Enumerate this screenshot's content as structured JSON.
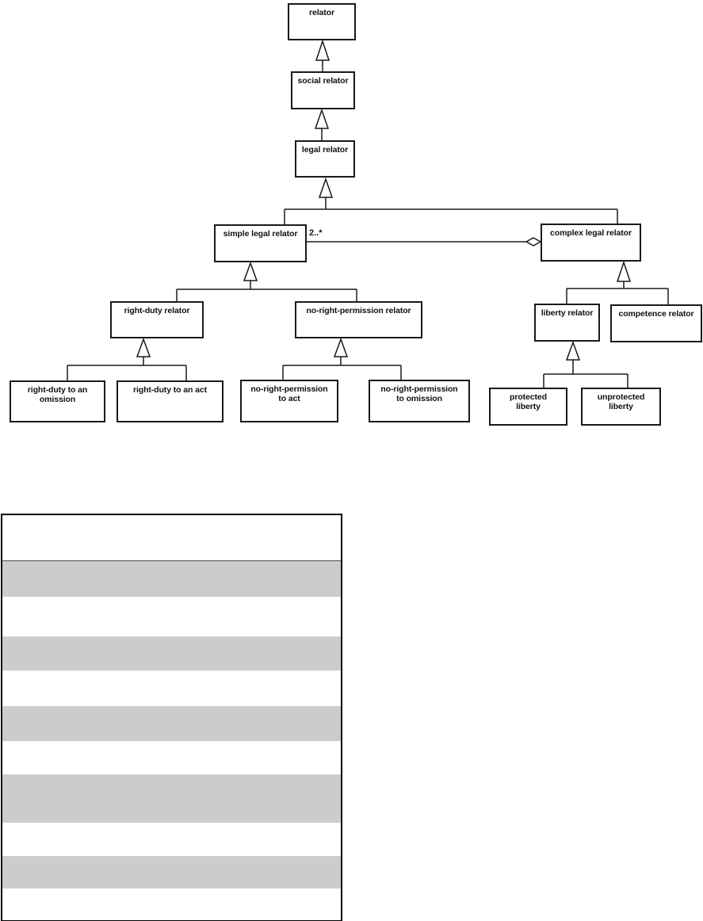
{
  "diagram": {
    "title": "legal relator taxonomy (UML class diagram)",
    "nodes": [
      {
        "id": "relator",
        "label": "relator"
      },
      {
        "id": "social-relator",
        "label": "social relator"
      },
      {
        "id": "legal-relator",
        "label": "legal relator"
      },
      {
        "id": "simple-legal-relator",
        "label": "simple legal relator"
      },
      {
        "id": "complex-legal-relator",
        "label": "complex legal relator"
      },
      {
        "id": "right-duty-relator",
        "label": "right-duty relator"
      },
      {
        "id": "no-right-permission-relator",
        "label": "no-right-permission relator"
      },
      {
        "id": "right-duty-to-an-omission",
        "label": "right-duty to an omission"
      },
      {
        "id": "right-duty-to-an-act",
        "label": "right-duty to an act"
      },
      {
        "id": "no-right-permission-to-act",
        "label": "no-right-permission to act"
      },
      {
        "id": "no-right-permission-to-omission",
        "label": "no-right-permission to omission"
      },
      {
        "id": "liberty-relator",
        "label": "liberty relator"
      },
      {
        "id": "competence-relator",
        "label": "competence relator"
      },
      {
        "id": "protected-liberty",
        "label": "protected liberty"
      },
      {
        "id": "unprotected-liberty",
        "label": "unprotected liberty"
      }
    ],
    "aggregation": {
      "from": "simple legal relator",
      "to": "complex legal relator",
      "multiplicity": "2..*",
      "diamond_style": "hollow"
    },
    "colors": {
      "box_border": "#1a1a1a",
      "box_fill": "#ffffff",
      "line": "#1a1a1a",
      "text": "#111111"
    }
  },
  "table": {
    "text_content": "",
    "row_count": 11,
    "stripe_pattern": [
      "white",
      "gray",
      "white",
      "gray",
      "white",
      "gray",
      "white",
      "gray",
      "white",
      "gray",
      "white"
    ],
    "colors": {
      "stripe": "#cccccc",
      "background": "#ffffff",
      "border": "#000000"
    }
  }
}
